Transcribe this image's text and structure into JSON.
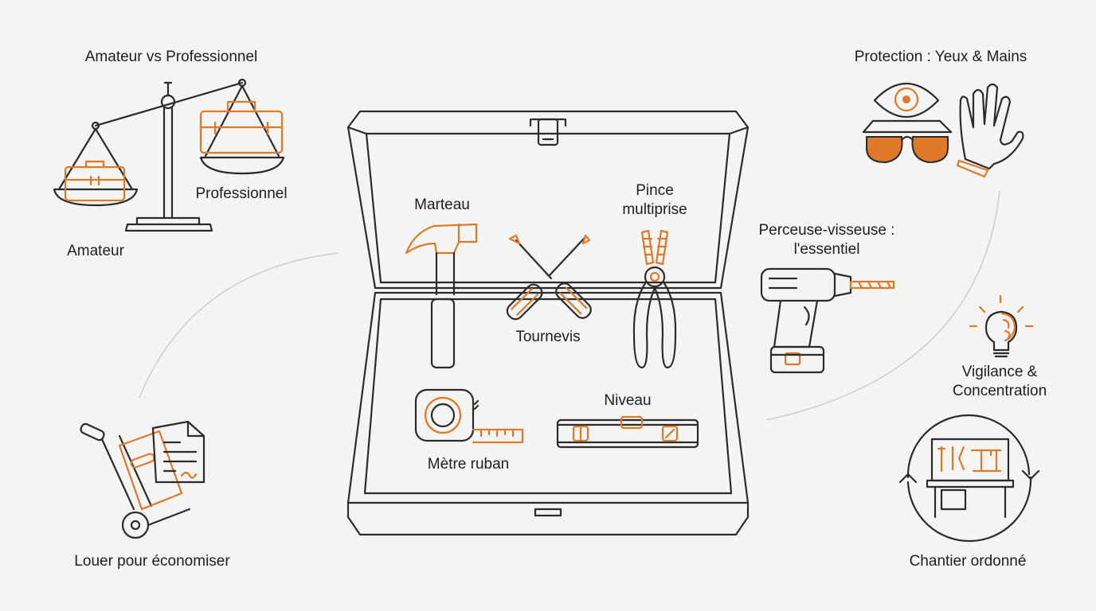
{
  "colors": {
    "accent": "#e0782a",
    "ink": "#2b2b2b",
    "background": "#f4f4f2"
  },
  "toolbox": {
    "hammer": "Marteau",
    "screwdrivers": "Tournevis",
    "pliers_line1": "Pince",
    "pliers_line2": "multiprise",
    "tape": "Mètre ruban",
    "level": "Niveau"
  },
  "left": {
    "scale_title": "Amateur vs Professionnel",
    "professional": "Professionnel",
    "amateur": "Amateur",
    "rent": "Louer pour économiser"
  },
  "right": {
    "protection": "Protection : Yeux & Mains",
    "drill_line1": "Perceuse-visseuse :",
    "drill_line2": "l'essentiel",
    "vigilance_line1": "Vigilance &",
    "vigilance_line2": "Concentration",
    "tidy": "Chantier ordonné"
  },
  "icons": [
    "scale-icon",
    "hand-truck-icon",
    "document-icon",
    "eye-icon",
    "safety-glasses-icon",
    "glove-icon",
    "drill-icon",
    "lightbulb-brain-icon",
    "workbench-cycle-icon",
    "hammer-icon",
    "screwdrivers-icon",
    "pliers-icon",
    "tape-measure-icon",
    "level-icon",
    "toolbox-icon"
  ]
}
